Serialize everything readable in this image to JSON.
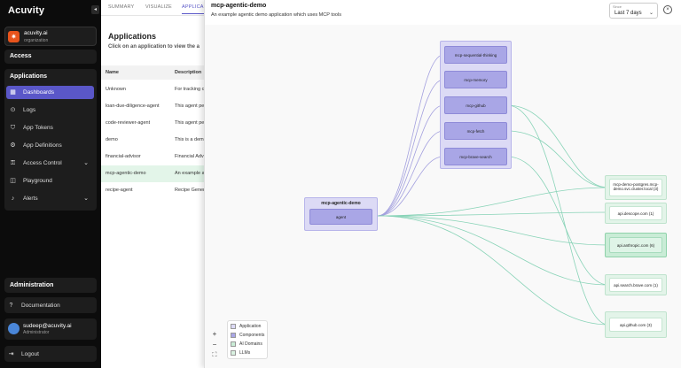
{
  "brand": {
    "logo": "Acuvity",
    "collapse_icon": "chevron-left-icon"
  },
  "org": {
    "name": "acuvity.ai",
    "type": "organization",
    "initial": "✷"
  },
  "sidebar": {
    "access_header": "Access",
    "applications_header": "Applications",
    "items": [
      {
        "label": "Dashboards",
        "icon": "grid-icon",
        "active": true
      },
      {
        "label": "Logs",
        "icon": "logs-icon"
      },
      {
        "label": "App Tokens",
        "icon": "shield-icon"
      },
      {
        "label": "App Definitions",
        "icon": "gear-icon"
      },
      {
        "label": "Access Control",
        "icon": "lock-icon",
        "chevron": "⌄"
      },
      {
        "label": "Playground",
        "icon": "chat-icon"
      },
      {
        "label": "Alerts",
        "icon": "bell-icon",
        "chevron": "⌄"
      }
    ],
    "administration_header": "Administration",
    "documentation": "Documentation",
    "user": {
      "name": "sudeep@acuvity.ai",
      "role": "Administrator"
    },
    "logout": "Logout"
  },
  "main": {
    "tabs": [
      "SUMMARY",
      "VISUALIZE",
      "APPLICA"
    ],
    "title": "Applications",
    "subtitle": "Click on an application to view the a",
    "columns": [
      "Name",
      "Description"
    ],
    "rows": [
      {
        "name": "Unknown",
        "desc": "For tracking c"
      },
      {
        "name": "loan-due-diligence-agent",
        "desc": "This agent pe"
      },
      {
        "name": "code-reviewer-agent",
        "desc": "This agent pe"
      },
      {
        "name": "demo",
        "desc": "This is a dem"
      },
      {
        "name": "financial-advisor",
        "desc": "Financial Adv"
      },
      {
        "name": "mcp-agentic-demo",
        "desc": "An example a",
        "selected": true
      },
      {
        "name": "recipe-agent",
        "desc": "Recipe Gener"
      }
    ]
  },
  "drawer": {
    "title": "mcp-agentic-demo",
    "subtitle": "An example agentic demo application which uses MCP tools",
    "since": {
      "label": "Since",
      "value": "Last 7 days"
    },
    "close_icon": "close-icon"
  },
  "graph": {
    "app": {
      "label": "mcp-agentic-demo",
      "component": "agent"
    },
    "tools": [
      "mcp-sequential-thinking",
      "mcp-memory",
      "mcp-github",
      "mcp-fetch",
      "mcp-brave-search"
    ],
    "domains": [
      {
        "label": "mcp-demo-postgres.mcp-demo.svc.cluster.local (3)",
        "kind": "ai"
      },
      {
        "label": "api.descope.com (1)",
        "kind": "ai"
      },
      {
        "label": "api.anthropic.com (6)",
        "kind": "llm"
      },
      {
        "label": "api.search.brave.com (1)",
        "kind": "ai"
      },
      {
        "label": "api.github.com (3)",
        "kind": "ai"
      }
    ]
  },
  "legend": [
    {
      "label": "Application",
      "color": "#dcdaf5"
    },
    {
      "label": "Components",
      "color": "#a9a6e6"
    },
    {
      "label": "AI Domains",
      "color": "#c9ecd6"
    },
    {
      "label": "LLMs",
      "color": "#d9f1e1"
    }
  ],
  "controls": {
    "zoom_in": "+",
    "zoom_out": "−",
    "fit": "⛶"
  }
}
